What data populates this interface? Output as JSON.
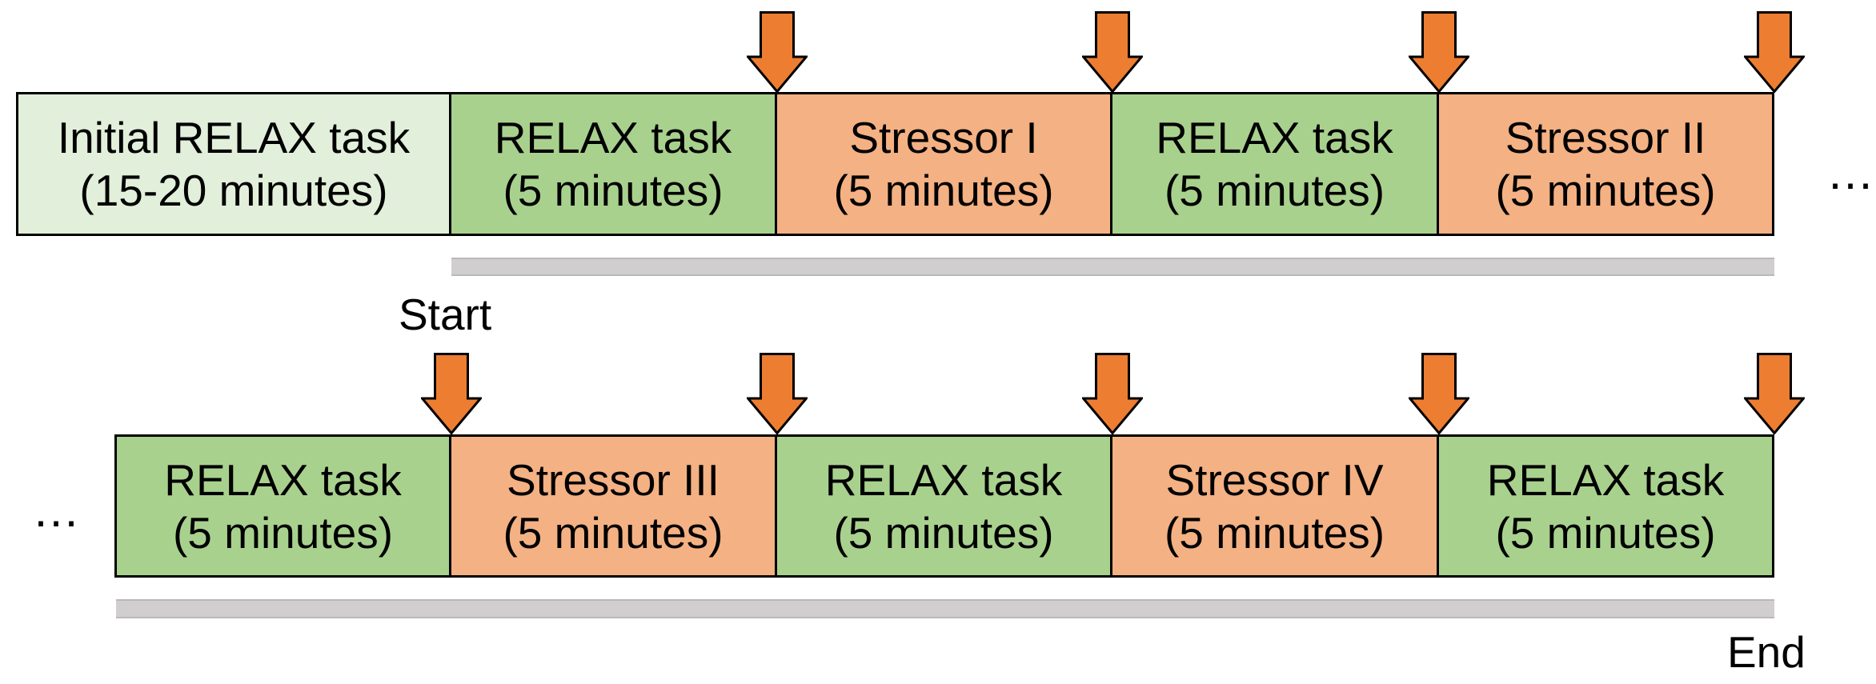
{
  "colors": {
    "relax_initial_fill": "#e2efda",
    "relax_fill": "#a9d18e",
    "stressor_fill": "#f4b183",
    "arrow_fill": "#ed7d31",
    "timeline_bar_fill": "#d0cece",
    "border": "#000000",
    "text": "#000000"
  },
  "top_row": {
    "segments": [
      {
        "title": "Initial RELAX task",
        "duration": "(15-20 minutes)",
        "type": "relax-initial"
      },
      {
        "title": "RELAX task",
        "duration": "(5 minutes)",
        "type": "relax"
      },
      {
        "title": "Stressor I",
        "duration": "(5 minutes)",
        "type": "stressor"
      },
      {
        "title": "RELAX task",
        "duration": "(5 minutes)",
        "type": "relax"
      },
      {
        "title": "Stressor II",
        "duration": "(5 minutes)",
        "type": "stressor"
      }
    ],
    "continuation": "…"
  },
  "bottom_row": {
    "continuation": "…",
    "segments": [
      {
        "title": "RELAX task",
        "duration": "(5 minutes)",
        "type": "relax"
      },
      {
        "title": "Stressor III",
        "duration": "(5 minutes)",
        "type": "stressor"
      },
      {
        "title": "RELAX task",
        "duration": "(5 minutes)",
        "type": "relax"
      },
      {
        "title": "Stressor IV",
        "duration": "(5 minutes)",
        "type": "stressor"
      },
      {
        "title": "RELAX task",
        "duration": "(5 minutes)",
        "type": "relax"
      }
    ]
  },
  "labels": {
    "start": "Start",
    "end": "End"
  }
}
